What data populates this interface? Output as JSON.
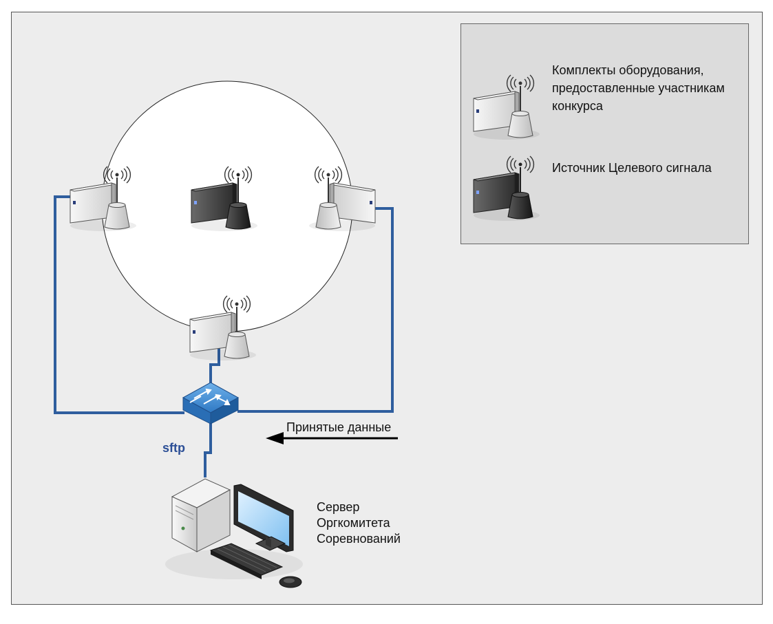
{
  "legend": {
    "participant_kit_label": "Комплекты оборудования, предоставленные участникам конкурса",
    "participant_kit_lines": [
      "Комплекты оборудования,",
      "предоставленные участникам",
      "конкурса"
    ],
    "target_source_label": "Источник Целевого сигнала"
  },
  "labels": {
    "received_data": "Принятые данные",
    "protocol": "sftp",
    "server_line1": "Сервер",
    "server_line2": "Оргкомитета",
    "server_line3": "Соревнований"
  },
  "colors": {
    "cable": "#2f5e9e",
    "background": "#ededed",
    "legend_background": "#dcdcdc"
  }
}
